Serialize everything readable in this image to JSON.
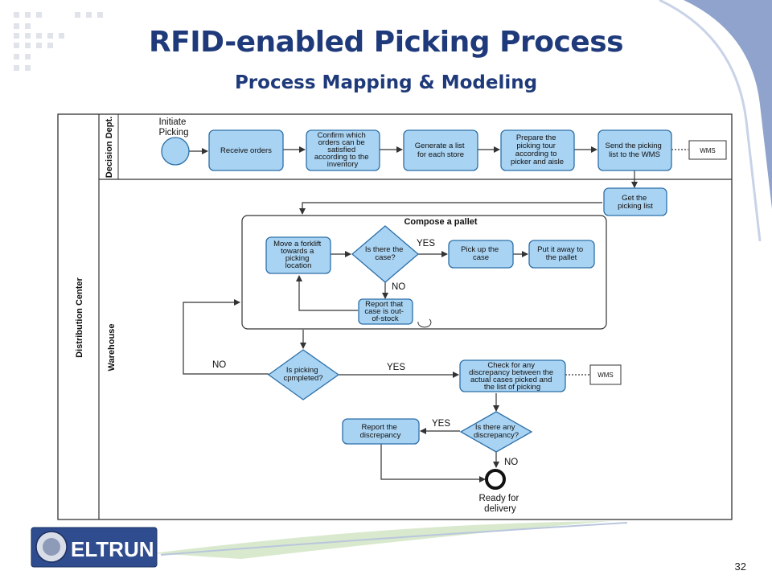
{
  "slide": {
    "title": "RFID-enabled Picking Process",
    "subtitle": "Process Mapping & Modeling",
    "page_number": "32"
  },
  "diagram": {
    "pool": "Distribution Center",
    "lanes": [
      "Decision Dept.",
      "Warehouse"
    ],
    "subprocess_title": "Compose a pallet",
    "start_event": [
      "Initiate",
      "Picking"
    ],
    "end_event": [
      "Ready for",
      "delivery"
    ],
    "tasks": {
      "receive": [
        "Receive orders"
      ],
      "confirm": [
        "Confirm which",
        "orders can be",
        "satisfied",
        "according to the",
        "inventory"
      ],
      "generate": [
        "Generate a list",
        "for each store"
      ],
      "prepare": [
        "Prepare the",
        "picking tour",
        "according to",
        "picker and aisle"
      ],
      "send": [
        "Send the picking",
        "list to the WMS"
      ],
      "get": [
        "Get the",
        "picking list"
      ],
      "move": [
        "Move a forklift",
        "towards a",
        "picking",
        "location"
      ],
      "pickup": [
        "Pick up the",
        "case"
      ],
      "putaway": [
        "Put it away to",
        "the pallet"
      ],
      "report_oos": [
        "Report that",
        "case is out-",
        "of-stock"
      ],
      "check": [
        "Check for any",
        "discrepancy between the",
        "actual cases picked and",
        "the list of picking"
      ],
      "report_disc": [
        "Report the",
        "discrepancy"
      ]
    },
    "gateways": {
      "case": [
        "Is there the",
        "case?"
      ],
      "completed": [
        "Is picking",
        "cpmpleted?"
      ],
      "discrepancy": [
        "Is there any",
        "discrepancy?"
      ]
    },
    "data_objects": [
      "WMS",
      "WMS"
    ],
    "labels": {
      "yes": "YES",
      "no": "NO"
    }
  },
  "logo": {
    "text": "ELTRUN"
  },
  "colors": {
    "title": "#1f3a7a",
    "task_fill": "#a9d3f2",
    "task_stroke": "#2c6fa8",
    "decor_blue": "#8fa3cc"
  }
}
